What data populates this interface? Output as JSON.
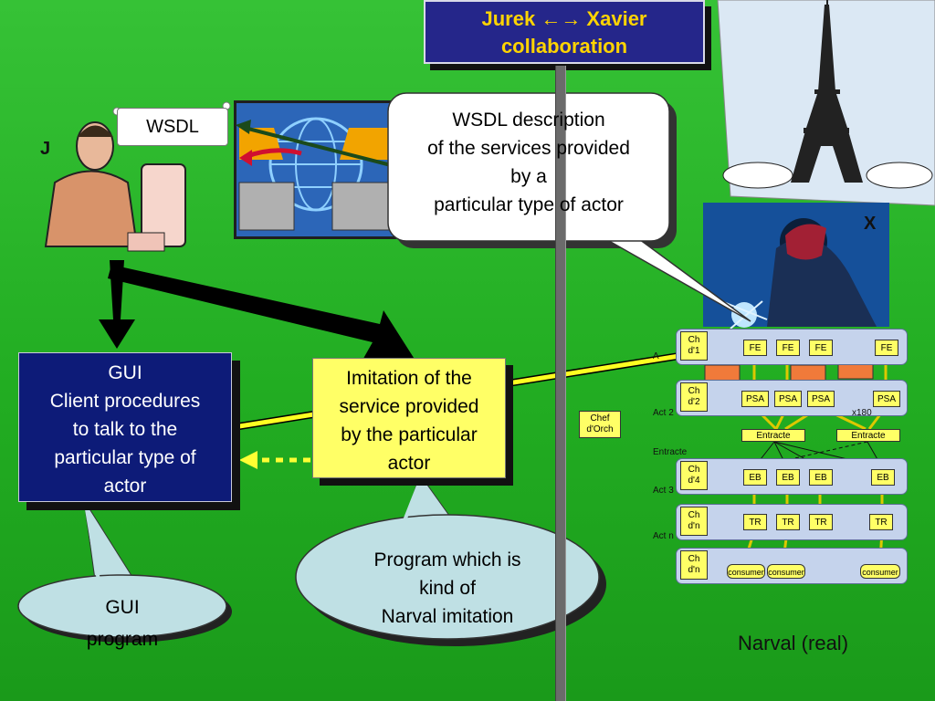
{
  "title": {
    "line1": "Jurek ←→ Xavier",
    "line2": "collaboration"
  },
  "wsdl_scroll": "WSDL",
  "label_j": "J",
  "label_x": "X",
  "wsdl_callout": {
    "l1": "WSDL description",
    "l2": "of the services provided",
    "l3": "by a",
    "l4": "particular type of actor"
  },
  "gui_box": {
    "l1": "GUI",
    "l2": "Client procedures",
    "l3": "to talk to the",
    "l4": "particular type of",
    "l5": "actor"
  },
  "imitation_box": {
    "l1": "Imitation of the",
    "l2": "service provided",
    "l3": "by the particular",
    "l4": "actor"
  },
  "program_callout": {
    "l1": "Program which is",
    "l2": "kind of",
    "l3": "Narval imitation"
  },
  "gui_callout": {
    "l1": "GUI",
    "l2": "program"
  },
  "narval_label": "Narval (real)",
  "chef": {
    "l1": "Chef",
    "l2": "d'Orch"
  },
  "diagram": {
    "chs": [
      {
        "l1": "Ch",
        "l2": "d'1"
      },
      {
        "l1": "Ch",
        "l2": "d'2"
      },
      {
        "l1": "Ch",
        "l2": "d'4"
      },
      {
        "l1": "Ch",
        "l2": "d'n"
      },
      {
        "l1": "Ch",
        "l2": "d'n"
      }
    ],
    "act_labels": {
      "a1": "A",
      "a2": "Act 2",
      "entracte": "Entracte",
      "a3": "Act 3",
      "an": "Act n",
      "x180": "x180"
    },
    "fe": [
      "FE",
      "FE",
      "FE",
      "FE"
    ],
    "psa": [
      "PSA",
      "PSA",
      "PSA",
      "PSA"
    ],
    "entracte": [
      "Entracte",
      "Entracte"
    ],
    "eb": [
      "EB",
      "EB",
      "EB",
      "EB"
    ],
    "tr": [
      "TR",
      "TR",
      "TR",
      "TR"
    ],
    "consumer": [
      "consumer",
      "consumer",
      "consumer"
    ]
  },
  "colors": {
    "background": "#2cb82c",
    "title_bg": "#25268a",
    "title_text": "#ffd400",
    "gui_bg": "#0d1b78",
    "note_yellow": "#ffff66",
    "callout_blue": "#bfe0e4"
  }
}
